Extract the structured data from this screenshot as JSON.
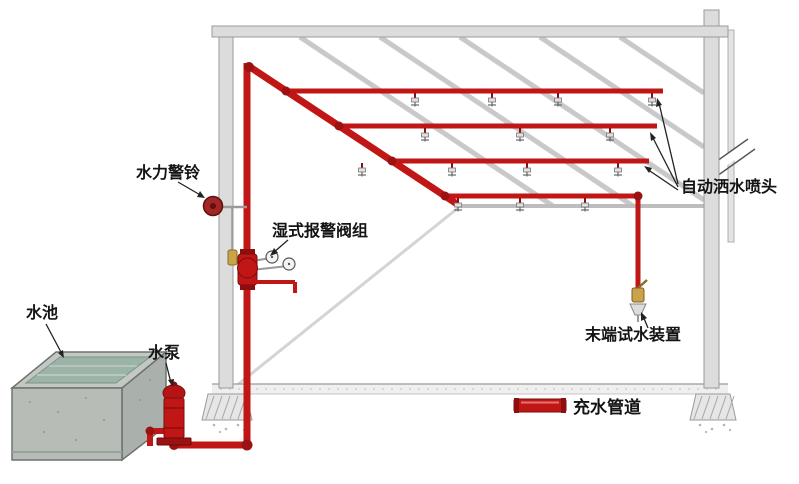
{
  "labels": {
    "alarm_bell": "水力警铃",
    "wet_valve": "湿式报警阀组",
    "pool": "水池",
    "pump": "水泵",
    "sprinklers": "自动洒水喷头",
    "end_test": "末端试水装置"
  },
  "legend": {
    "label": "充水管道",
    "color": "#c11616"
  },
  "colors": {
    "pipe_red": "#c11616",
    "pipe_dark": "#8c0e0e",
    "structure_gray": "#dcdcdc",
    "water_green": "#9cb3a7",
    "brass": "#c9a24a",
    "background": "#ffffff"
  }
}
